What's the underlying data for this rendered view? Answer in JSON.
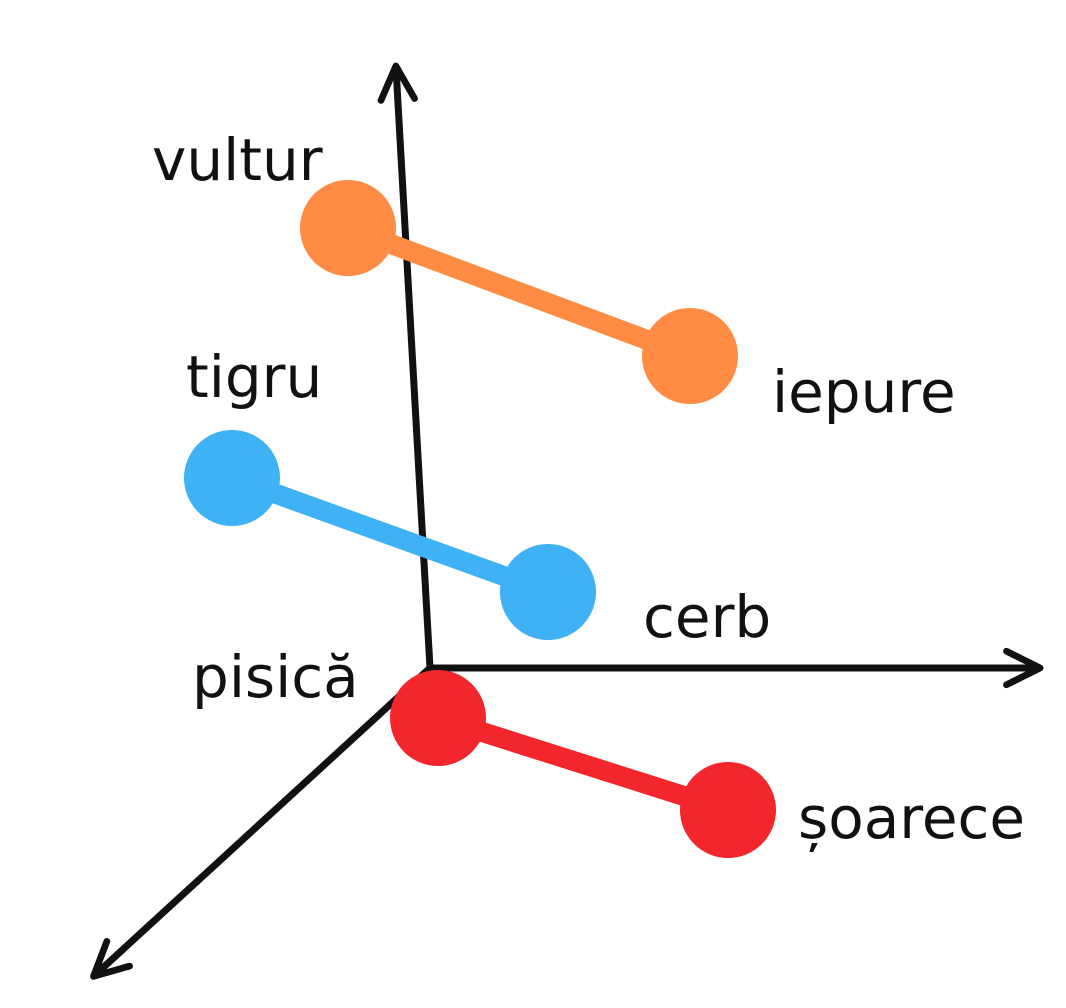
{
  "colors": {
    "axis": "#111111",
    "background": "#ffffff"
  },
  "pairs": [
    {
      "color": "#FF8C42",
      "from": {
        "word": "vultur",
        "color_name": "orange"
      },
      "to": {
        "word": "iepure",
        "color_name": "orange"
      }
    },
    {
      "color": "#3FB1F5",
      "from": {
        "word": "tigru",
        "color_name": "blue"
      },
      "to": {
        "word": "cerb",
        "color_name": "blue"
      }
    },
    {
      "color": "#F2262B",
      "from": {
        "word": "pisică",
        "color_name": "red"
      },
      "to": {
        "word": "șoarece",
        "color_name": "red"
      }
    }
  ]
}
